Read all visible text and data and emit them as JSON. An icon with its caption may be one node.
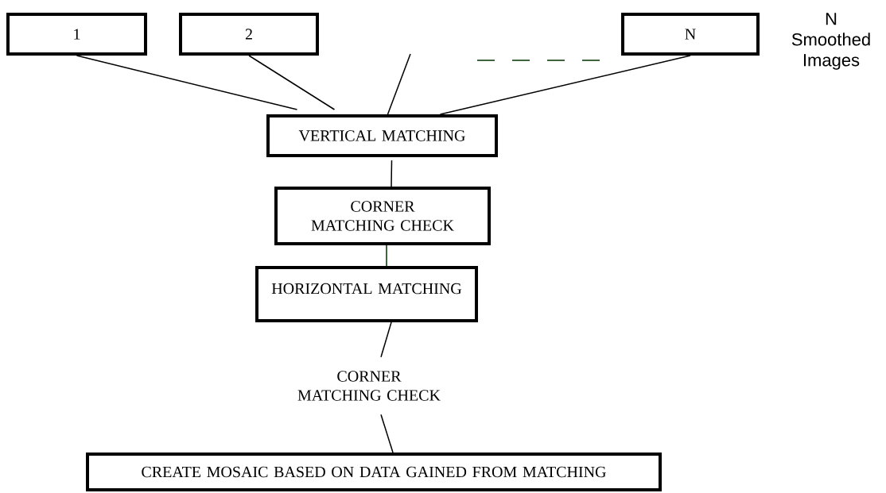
{
  "diagram": {
    "nodes": [
      {
        "text": [
          "1"
        ]
      },
      {
        "text": [
          "2"
        ]
      },
      {
        "text": [
          "N"
        ],
        "beside": [
          "N Smoothed Images"
        ]
      },
      {
        "text": [
          "VERTICAL MATCHING"
        ]
      },
      {
        "text": [
          "CORNER MATCHING CHECK"
        ]
      },
      {
        "text": [
          "HORIZONTAL  MATCHING"
        ]
      },
      {
        "text": [
          "CORNER  MATCHING CHECK"
        ]
      },
      {
        "text": [
          "CREATE MOSAIC BASED ON DATA GAINED FROM MATCHING"
        ]
      }
    ],
    "edges": [
      {
        "from": 0,
        "to": 3,
        "arrow": "none"
      },
      {
        "from": 1,
        "to": 3,
        "arrow": "none"
      },
      {
        "from": null,
        "to": 3,
        "arrow": "none"
      },
      {
        "from": 2,
        "to": 3,
        "arrow": "none"
      },
      {
        "from": 3,
        "to": 4,
        "arrow": "none"
      },
      {
        "from": 4,
        "to": 5,
        "arrow": "none",
        "color": "#003300"
      },
      {
        "from": 5,
        "to": 6,
        "arrow": "none"
      },
      {
        "from": 6,
        "to": 7,
        "arrow": "none"
      }
    ]
  }
}
